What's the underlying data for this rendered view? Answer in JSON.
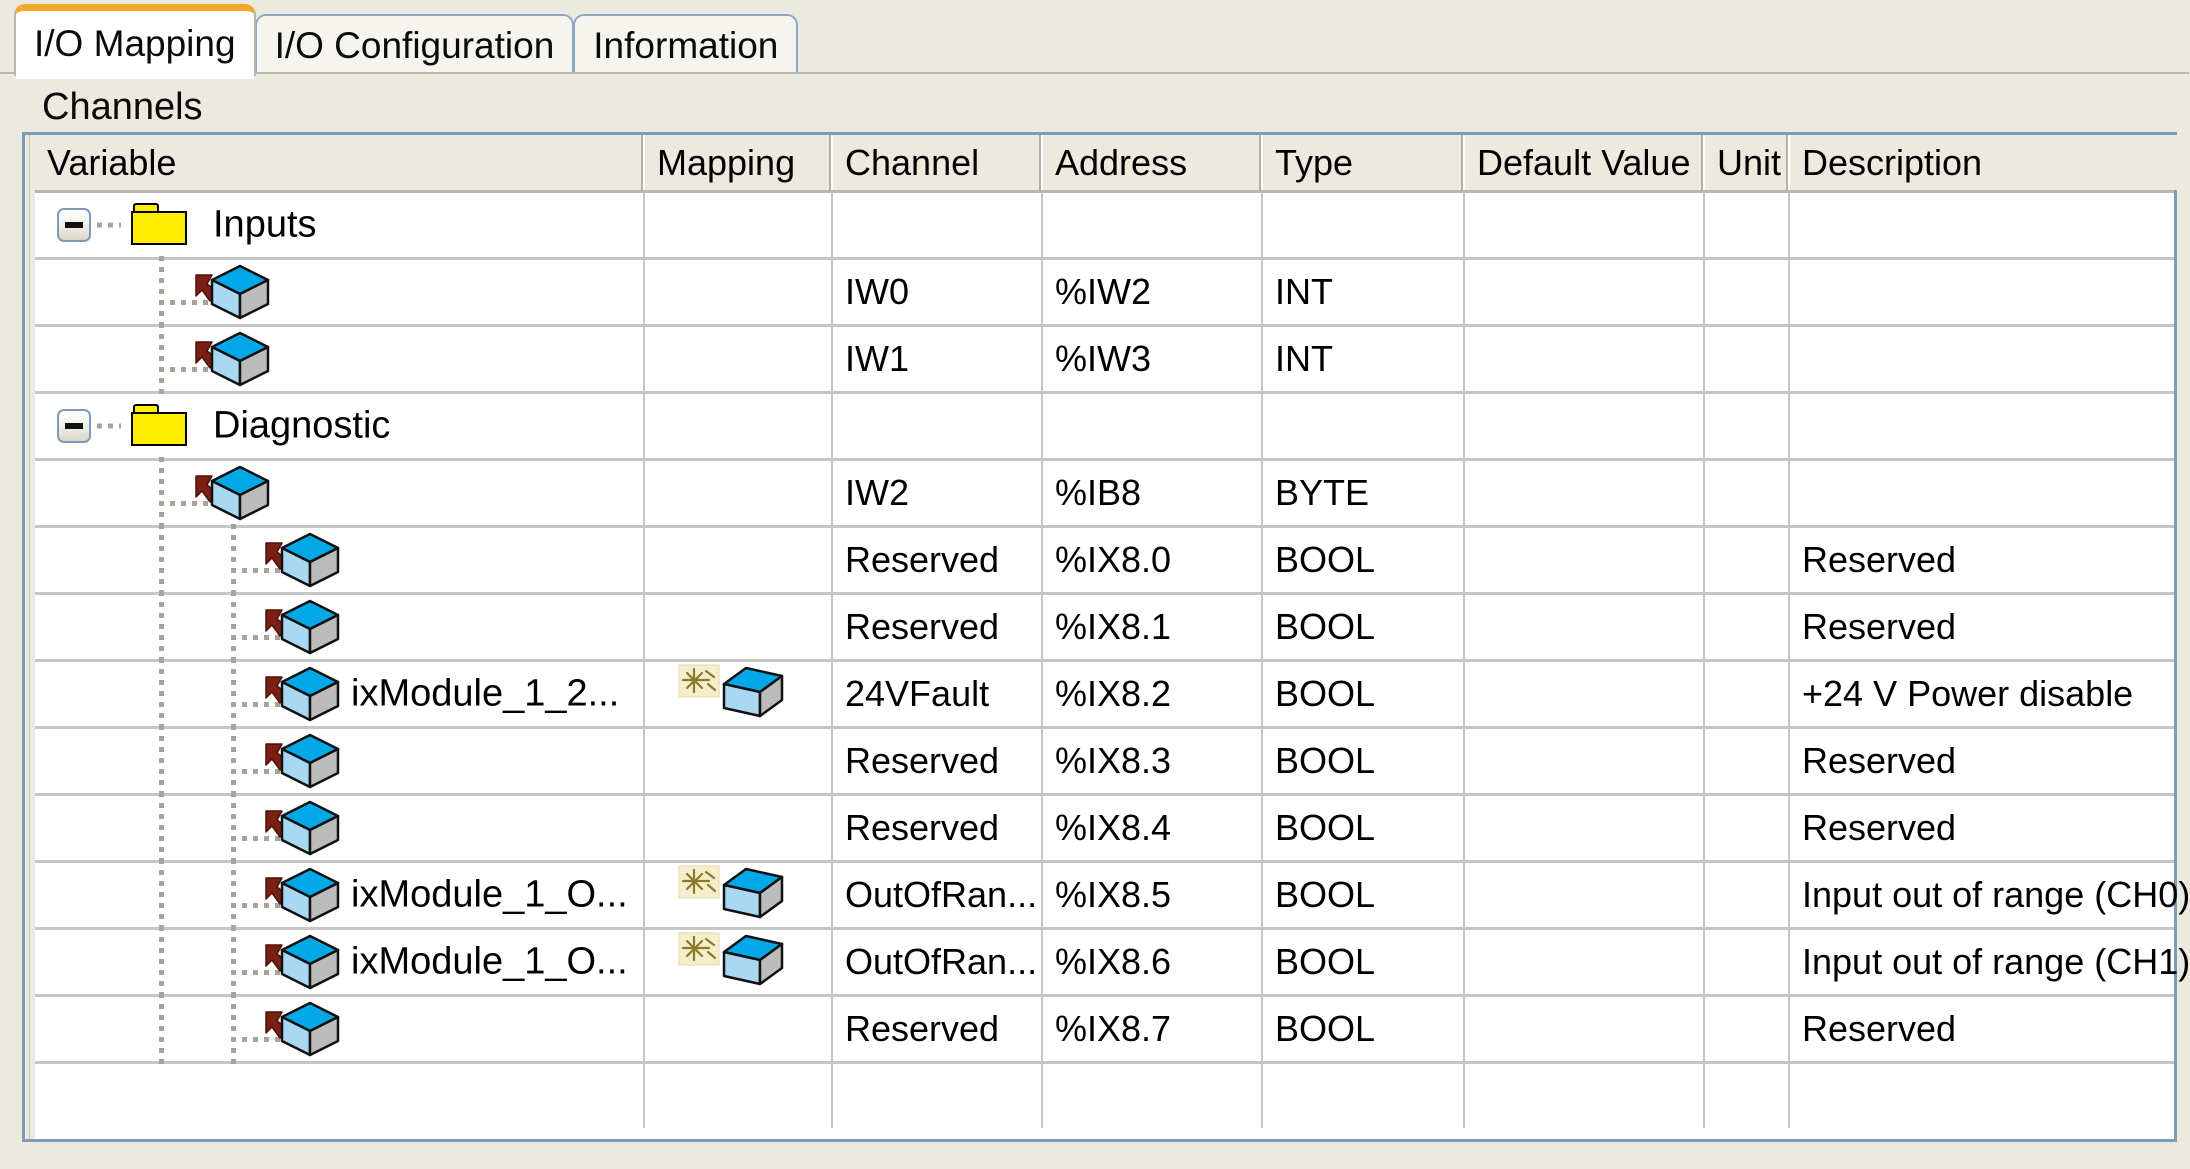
{
  "tabs": [
    {
      "label": "I/O Mapping",
      "active": true
    },
    {
      "label": "I/O Configuration",
      "active": false
    },
    {
      "label": "Information",
      "active": false
    }
  ],
  "section": {
    "title": "Channels"
  },
  "colors": {
    "active_tab_accent": "#f2a82b",
    "tab_border": "#8ea9c4",
    "panel_bg": "#ece9df",
    "grid_border": "#7d9bbb",
    "row_divider": "#c6c6c6",
    "folder": "#ffee00",
    "cube_top": "#00a8e8",
    "arrow": "#7b1f12"
  },
  "columns": [
    {
      "key": "variable",
      "label": "Variable"
    },
    {
      "key": "mapping",
      "label": "Mapping"
    },
    {
      "key": "channel",
      "label": "Channel"
    },
    {
      "key": "address",
      "label": "Address"
    },
    {
      "key": "type",
      "label": "Type"
    },
    {
      "key": "default_value",
      "label": "Default Value"
    },
    {
      "key": "unit",
      "label": "Unit"
    },
    {
      "key": "description",
      "label": "Description"
    }
  ],
  "rows": [
    {
      "kind": "folder",
      "expanded": true,
      "indent": 0,
      "variable": "Inputs",
      "icon": "folder-icon",
      "expander": "collapse-minus-icon",
      "mapping": "",
      "channel": "",
      "address": "",
      "type": "",
      "default_value": "",
      "unit": "",
      "description": ""
    },
    {
      "kind": "leaf",
      "indent": 1,
      "variable": "",
      "icon": "cube-icon",
      "mapping": "",
      "channel": "IW0",
      "address": "%IW2",
      "type": "INT",
      "default_value": "",
      "unit": "",
      "description": ""
    },
    {
      "kind": "leaf",
      "indent": 1,
      "variable": "",
      "icon": "cube-icon",
      "mapping": "",
      "channel": "IW1",
      "address": "%IW3",
      "type": "INT",
      "default_value": "",
      "unit": "",
      "description": ""
    },
    {
      "kind": "folder",
      "expanded": true,
      "indent": 0,
      "variable": "Diagnostic",
      "icon": "folder-icon",
      "expander": "collapse-minus-icon",
      "mapping": "",
      "channel": "",
      "address": "",
      "type": "",
      "default_value": "",
      "unit": "",
      "description": ""
    },
    {
      "kind": "leaf",
      "indent": 1,
      "variable": "",
      "icon": "cube-icon",
      "mapping": "",
      "channel": "IW2",
      "address": "%IB8",
      "type": "BYTE",
      "default_value": "",
      "unit": "",
      "description": ""
    },
    {
      "kind": "leaf",
      "indent": 2,
      "variable": "",
      "icon": "cube-icon",
      "mapping": "",
      "channel": "Reserved",
      "address": "%IX8.0",
      "type": "BOOL",
      "default_value": "",
      "unit": "",
      "description": "Reserved"
    },
    {
      "kind": "leaf",
      "indent": 2,
      "variable": "",
      "icon": "cube-icon",
      "mapping": "",
      "channel": "Reserved",
      "address": "%IX8.1",
      "type": "BOOL",
      "default_value": "",
      "unit": "",
      "description": "Reserved"
    },
    {
      "kind": "leaf",
      "indent": 2,
      "variable": "ixModule_1_2...",
      "icon": "cube-icon",
      "mapping": "mapped-cube-icon",
      "channel": "24VFault",
      "address": "%IX8.2",
      "type": "BOOL",
      "default_value": "",
      "unit": "",
      "description": "+24 V Power disable"
    },
    {
      "kind": "leaf",
      "indent": 2,
      "variable": "",
      "icon": "cube-icon",
      "mapping": "",
      "channel": "Reserved",
      "address": "%IX8.3",
      "type": "BOOL",
      "default_value": "",
      "unit": "",
      "description": "Reserved"
    },
    {
      "kind": "leaf",
      "indent": 2,
      "variable": "",
      "icon": "cube-icon",
      "mapping": "",
      "channel": "Reserved",
      "address": "%IX8.4",
      "type": "BOOL",
      "default_value": "",
      "unit": "",
      "description": "Reserved"
    },
    {
      "kind": "leaf",
      "indent": 2,
      "variable": "ixModule_1_O...",
      "icon": "cube-icon",
      "mapping": "mapped-cube-icon",
      "channel": "OutOfRan...",
      "address": "%IX8.5",
      "type": "BOOL",
      "default_value": "",
      "unit": "",
      "description": "Input out of range (CH0)"
    },
    {
      "kind": "leaf",
      "indent": 2,
      "variable": "ixModule_1_O...",
      "icon": "cube-icon",
      "mapping": "mapped-cube-icon",
      "channel": "OutOfRan...",
      "address": "%IX8.6",
      "type": "BOOL",
      "default_value": "",
      "unit": "",
      "description": "Input out of range (CH1)"
    },
    {
      "kind": "leaf",
      "indent": 2,
      "variable": "",
      "icon": "cube-icon",
      "mapping": "",
      "channel": "Reserved",
      "address": "%IX8.7",
      "type": "BOOL",
      "default_value": "",
      "unit": "",
      "description": "Reserved"
    },
    {
      "kind": "blank",
      "indent": 0,
      "variable": "",
      "mapping": "",
      "channel": "",
      "address": "",
      "type": "",
      "default_value": "",
      "unit": "",
      "description": ""
    }
  ]
}
